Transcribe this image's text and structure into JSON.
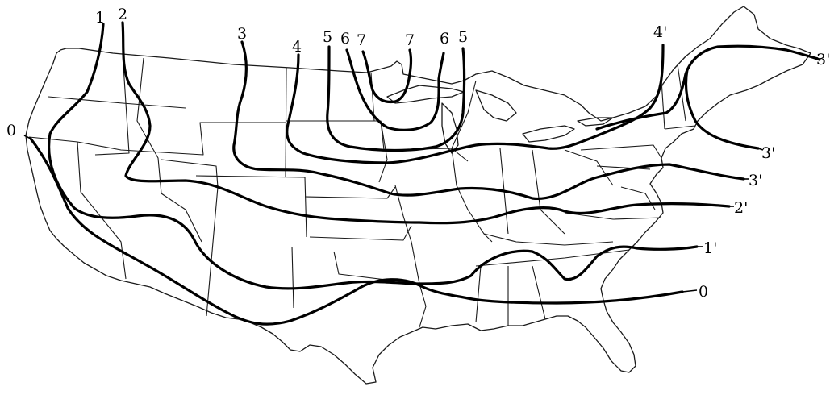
{
  "map": {
    "contour_labels": [
      {
        "id": "top-1",
        "text": "1"
      },
      {
        "id": "top-2",
        "text": "2"
      },
      {
        "id": "top-3",
        "text": "3"
      },
      {
        "id": "top-4",
        "text": "4"
      },
      {
        "id": "top-5a",
        "text": "5"
      },
      {
        "id": "top-6a",
        "text": "6"
      },
      {
        "id": "top-7a",
        "text": "7"
      },
      {
        "id": "top-7b",
        "text": "7"
      },
      {
        "id": "top-6b",
        "text": "6"
      },
      {
        "id": "top-5b",
        "text": "5"
      },
      {
        "id": "top-4p",
        "text": "4'"
      },
      {
        "id": "right-3p-a",
        "text": "3'"
      },
      {
        "id": "right-3p-b",
        "text": "3'"
      },
      {
        "id": "right-3p-c",
        "text": "3'"
      },
      {
        "id": "right-2p",
        "text": "2'"
      },
      {
        "id": "right-1p",
        "text": "1'"
      },
      {
        "id": "right-0",
        "text": "0"
      },
      {
        "id": "left-0",
        "text": "0"
      }
    ]
  }
}
